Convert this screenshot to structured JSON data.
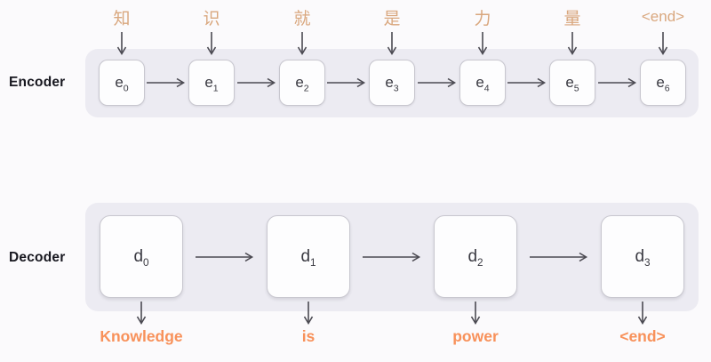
{
  "encoder": {
    "label": "Encoder",
    "inputs": [
      "知",
      "识",
      "就",
      "是",
      "力",
      "量",
      "<end>"
    ],
    "cells": [
      {
        "base": "e",
        "sub": "0"
      },
      {
        "base": "e",
        "sub": "1"
      },
      {
        "base": "e",
        "sub": "2"
      },
      {
        "base": "e",
        "sub": "3"
      },
      {
        "base": "e",
        "sub": "4"
      },
      {
        "base": "e",
        "sub": "5"
      },
      {
        "base": "e",
        "sub": "6"
      }
    ]
  },
  "decoder": {
    "label": "Decoder",
    "cells": [
      {
        "base": "d",
        "sub": "0"
      },
      {
        "base": "d",
        "sub": "1"
      },
      {
        "base": "d",
        "sub": "2"
      },
      {
        "base": "d",
        "sub": "3"
      }
    ],
    "outputs": [
      "Knowledge",
      "is",
      "power",
      "<end>"
    ]
  },
  "colors": {
    "page_bg": "#fbfafc",
    "container_bg": "#ecebf2",
    "cell_bg": "#fdfdfe",
    "cell_border": "#c8c7cf",
    "cell_text": "#3a3a42",
    "arrow": "#4b4a52",
    "input_text": "#d9a77e",
    "output_text": "#f8915a",
    "section_label": "#17171f"
  }
}
